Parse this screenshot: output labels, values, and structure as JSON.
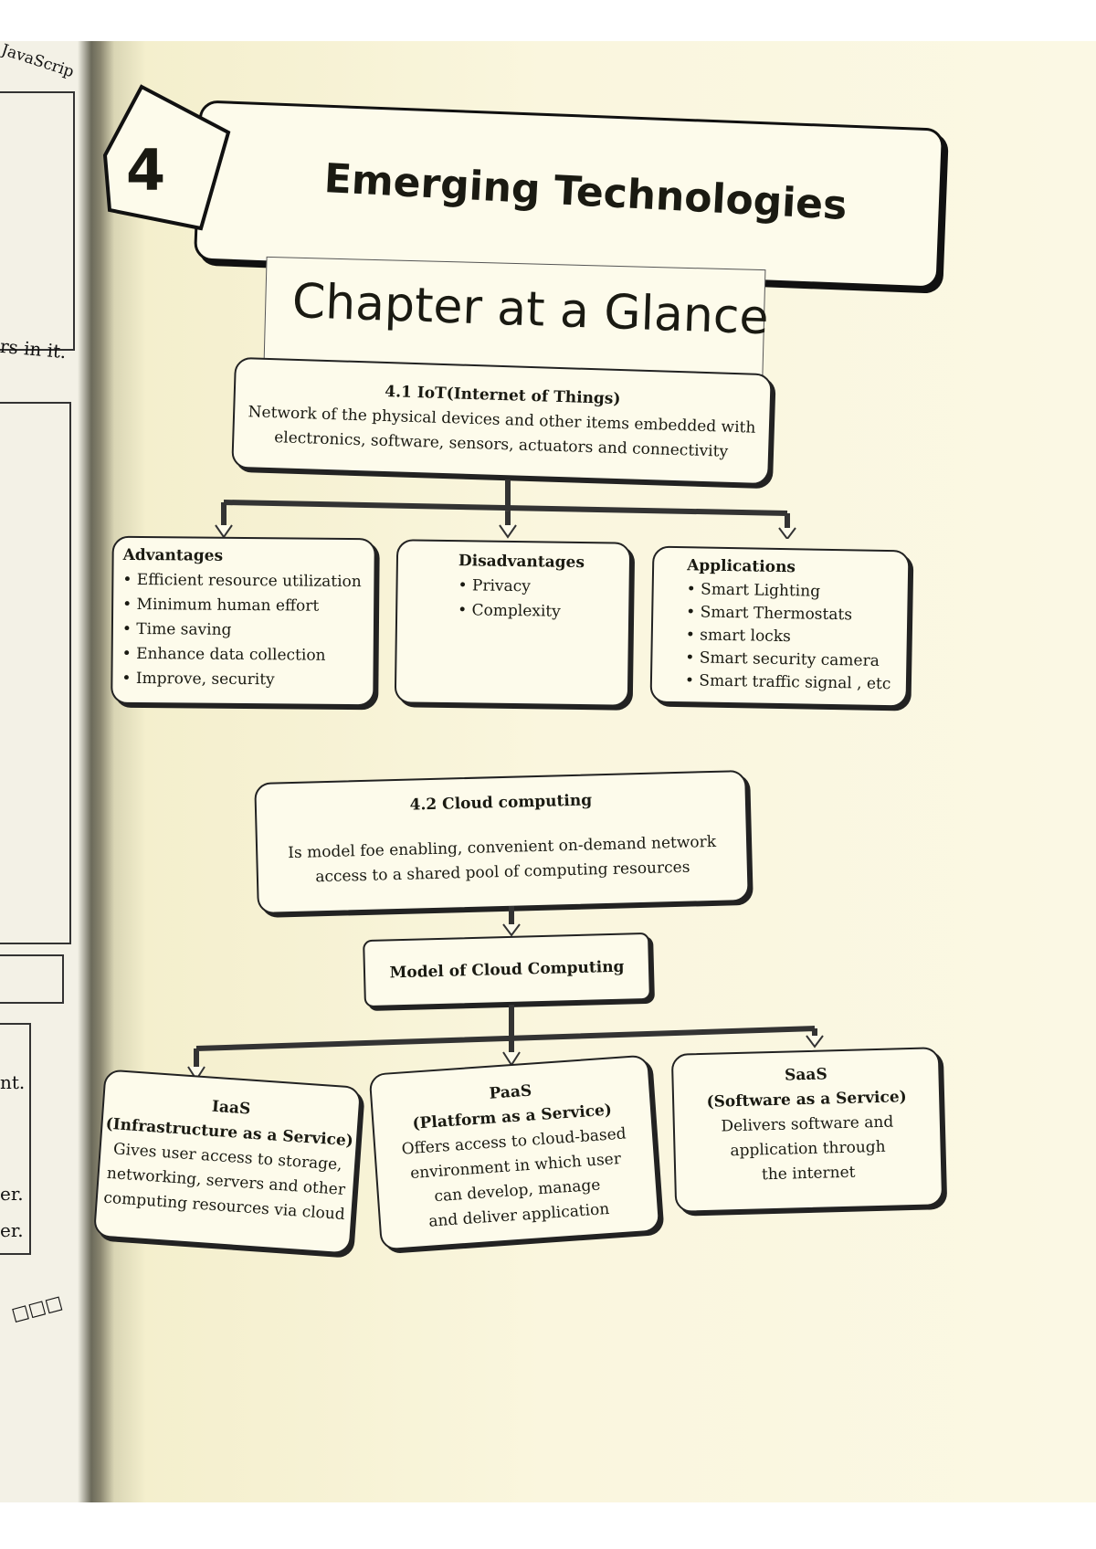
{
  "left_page": {
    "header": "JavaScrip",
    "line1": "rs in it.",
    "rows": [
      "nt.",
      "er.",
      "er."
    ],
    "end_mark": "□□□"
  },
  "chapter": {
    "number": "4",
    "title": "Emerging Technologies",
    "subtitle": "Chapter at a Glance"
  },
  "iot": {
    "heading": "4.1  IoT(Internet of Things)",
    "line1": "Network of the physical devices and other items embedded with",
    "line2": "electronics, software, sensors, actuators and connectivity",
    "advantages": {
      "title": "Advantages",
      "items": [
        "Efficient resource utilization",
        "Minimum human effort",
        "Time saving",
        "Enhance data collection",
        "Improve, security"
      ]
    },
    "disadvantages": {
      "title": "Disadvantages",
      "items": [
        "Privacy",
        "Complexity"
      ]
    },
    "applications": {
      "title": "Applications",
      "items": [
        "Smart Lighting",
        "Smart Thermostats",
        "smart locks",
        "Smart security camera",
        "Smart traffic signal , etc"
      ]
    }
  },
  "cloud": {
    "heading": "4.2  Cloud computing",
    "line1": "Is model foe enabling, convenient on-demand network",
    "line2": "access to a shared pool of computing resources",
    "model": "Model of Cloud Computing",
    "iaas": {
      "title": "IaaS",
      "sub": "(Infrastructure as a Service)",
      "lines": [
        "Gives user access to storage,",
        "networking, servers and other",
        "computing resources via cloud"
      ]
    },
    "paas": {
      "title": "PaaS",
      "sub": "(Platform as a Service)",
      "lines": [
        "Offers access to cloud-based",
        "environment in which user",
        "can develop, manage",
        "and deliver application"
      ]
    },
    "saas": {
      "title": "SaaS",
      "sub": "(Software as a Service)",
      "lines": [
        "Delivers software and",
        "application through",
        "the internet"
      ]
    }
  }
}
